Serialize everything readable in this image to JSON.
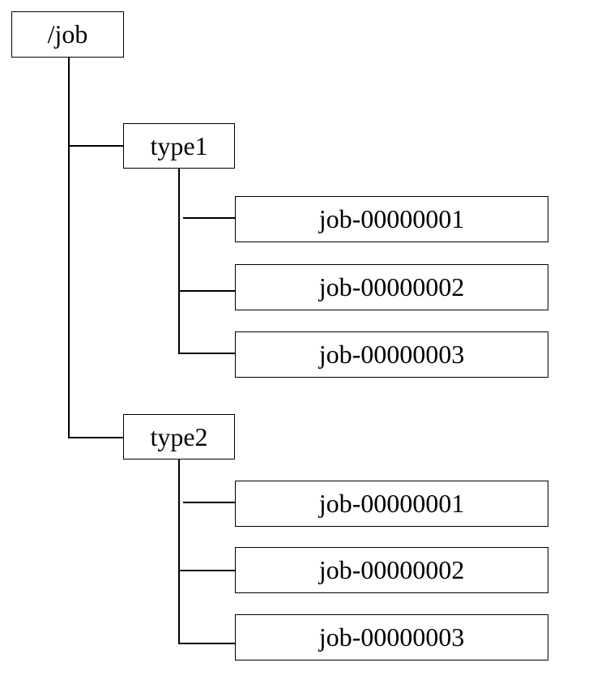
{
  "root": {
    "label": "/job"
  },
  "groups": [
    {
      "label": "type1",
      "children": [
        {
          "label": "job-00000001"
        },
        {
          "label": "job-00000002"
        },
        {
          "label": "job-00000003"
        }
      ]
    },
    {
      "label": "type2",
      "children": [
        {
          "label": "job-00000001"
        },
        {
          "label": "job-00000002"
        },
        {
          "label": "job-00000003"
        }
      ]
    }
  ]
}
